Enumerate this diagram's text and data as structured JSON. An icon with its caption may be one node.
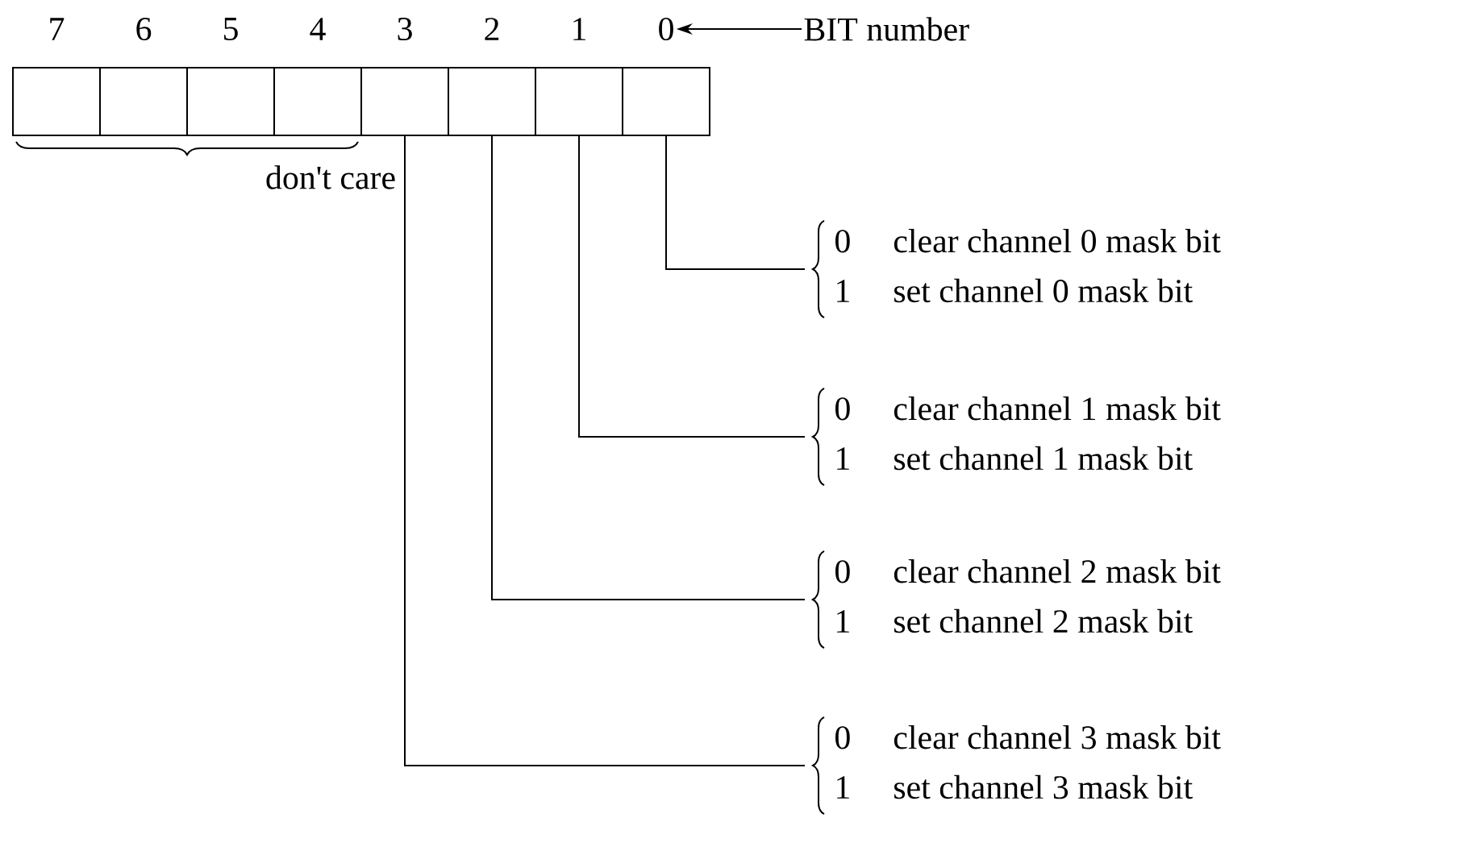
{
  "diagram": {
    "nodes": [
      {
        "text": [
          "7"
        ]
      },
      {
        "text": [
          "6"
        ]
      },
      {
        "text": [
          "5"
        ]
      },
      {
        "text": [
          "4"
        ]
      },
      {
        "text": [
          "3"
        ]
      },
      {
        "text": [
          "2"
        ]
      },
      {
        "text": [
          "1"
        ]
      },
      {
        "text": [
          "0"
        ]
      },
      {
        "text": [
          "BIT number"
        ]
      },
      {
        "text": [
          "0",
          "clear channel 0 mask bit",
          "1",
          "set channel 0 mask bit"
        ]
      },
      {
        "text": [
          "0",
          "clear channel 1 mask bit",
          "1",
          "set channel 1 mask bit"
        ]
      },
      {
        "text": [
          "0",
          "clear channel 2 mask bit",
          "1",
          "set channel 2 mask bit"
        ]
      },
      {
        "text": [
          "0",
          "clear channel 3 mask bit",
          "1",
          "set channel 3 mask bit"
        ]
      }
    ],
    "edges": [
      {
        "from": 8,
        "to": 7,
        "arrow": "to"
      },
      {
        "from": 7,
        "to": 9,
        "arrow": "none"
      },
      {
        "from": 6,
        "to": 10,
        "arrow": "none"
      },
      {
        "from": 5,
        "to": 11,
        "arrow": "none"
      },
      {
        "from": 4,
        "to": 12,
        "arrow": "none"
      }
    ],
    "labels": [
      "don't care"
    ]
  }
}
